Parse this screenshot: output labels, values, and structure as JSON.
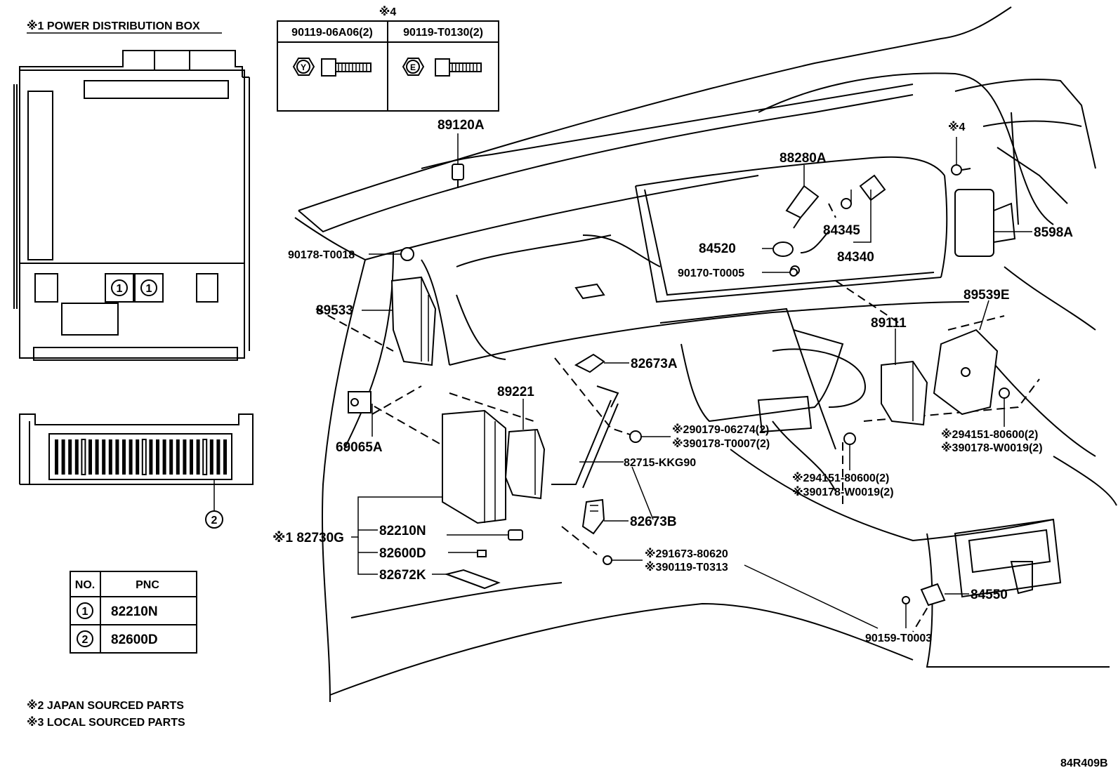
{
  "footnotes": {
    "power_box_title": "※1  POWER DISTRIBUTION BOX",
    "note_japan": "※2 JAPAN SOURCED PARTS",
    "note_local": "※3 LOCAL SOURCED PARTS",
    "diagram_code": "84R409B"
  },
  "bolt_table": {
    "title": "※4",
    "col1": "90119-06A06(2)",
    "col2": "90119-T0130(2)",
    "mark1": "Y",
    "mark2": "E"
  },
  "pnc_table": {
    "header_no": "NO.",
    "header_pnc": "PNC",
    "rows": [
      {
        "no": "1",
        "pnc": "82210N"
      },
      {
        "no": "2",
        "pnc": "82600D"
      }
    ]
  },
  "power_box": {
    "slot_marks": [
      "1",
      "1"
    ],
    "connector_mark": "2"
  },
  "parts": {
    "p89120A": "89120A",
    "star4_right": "※4",
    "p88280A": "88280A",
    "p84345": "84345",
    "p84340": "84340",
    "p8598A": "8598A",
    "p84520": "84520",
    "p90178_T0018": "90178-T0018",
    "p90170_T0005": "90170-T0005",
    "p89533": "89533",
    "p89539E": "89539E",
    "p89111": "89111",
    "p82673A": "82673A",
    "p89221": "89221",
    "p69065A": "69065A",
    "p90179_06274": "※290179-06274(2)",
    "p90178_T0007": "※390178-T0007(2)",
    "p94151_80600_r": "※294151-80600(2)",
    "p90178_W0019_r": "※390178-W0019(2)",
    "p82715_KKG90": "82715-KKG90",
    "p94151_80600_c": "※294151-80600(2)",
    "p90178_W0019_c": "※390178-W0019(2)",
    "p82730G": "※1 82730G",
    "p82210N": "82210N",
    "p82600D": "82600D",
    "p82672K": "82672K",
    "p82673B": "82673B",
    "p91673_80620": "※291673-80620",
    "p90119_T0313": "※390119-T0313",
    "p84550": "84550",
    "p90159_T0003": "90159-T0003"
  }
}
